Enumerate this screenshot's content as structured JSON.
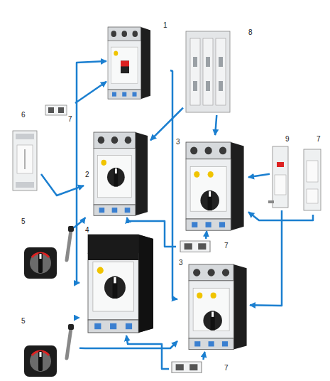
{
  "diagram": {
    "nodes": [
      {
        "text": [
          "1"
        ]
      },
      {
        "text": [
          "8"
        ]
      },
      {
        "text": [
          "6"
        ]
      },
      {
        "text": [
          "7"
        ]
      },
      {
        "text": [
          "2"
        ]
      },
      {
        "text": [
          "3"
        ]
      },
      {
        "text": [
          "9"
        ]
      },
      {
        "text": [
          "7"
        ]
      },
      {
        "text": [
          "5"
        ]
      },
      {
        "text": [
          "7"
        ]
      },
      {
        "text": [
          "4"
        ]
      },
      {
        "text": [
          "3"
        ]
      },
      {
        "text": [
          "5"
        ]
      },
      {
        "text": [
          "7"
        ]
      }
    ],
    "edges": [
      {
        "from": 0,
        "to": 10,
        "arrow": "both"
      },
      {
        "from": 0,
        "to": 11,
        "arrow": "to"
      },
      {
        "from": 3,
        "to": 0,
        "arrow": "to"
      },
      {
        "from": 1,
        "to": 4,
        "arrow": "to"
      },
      {
        "from": 1,
        "to": 5,
        "arrow": "to"
      },
      {
        "from": 2,
        "to": 4,
        "arrow": "to"
      },
      {
        "from": 6,
        "to": 5,
        "arrow": "to"
      },
      {
        "from": 8,
        "to": 4,
        "arrow": "to"
      },
      {
        "from": 9,
        "to": 4,
        "arrow": "to"
      },
      {
        "from": 9,
        "to": 5,
        "arrow": "to"
      },
      {
        "from": 12,
        "to": 10,
        "arrow": "to"
      },
      {
        "from": 13,
        "to": 10,
        "arrow": "to"
      },
      {
        "from": 13,
        "to": 11,
        "arrow": "to"
      },
      {
        "from": 6,
        "to": 11,
        "arrow": "to"
      },
      {
        "from": 12,
        "to": 11,
        "arrow": "to"
      },
      {
        "from": 7,
        "to": 5,
        "arrow": "to"
      }
    ]
  }
}
